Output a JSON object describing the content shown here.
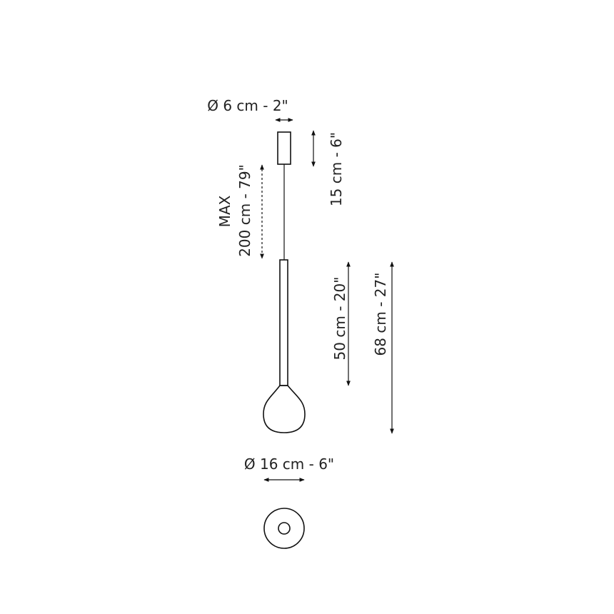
{
  "dimensions": {
    "canopy_diameter": "Ø 6 cm - 2\"",
    "canopy_height": "15 cm - 6\"",
    "cable_max_label": "MAX",
    "cable_length": "200 cm - 79\"",
    "body_height": "50 cm - 20\"",
    "total_height": "68 cm - 27\"",
    "shade_diameter": "Ø 16 cm - 6\""
  },
  "colors": {
    "line": "#111111",
    "text": "#222222",
    "background": "#ffffff"
  }
}
